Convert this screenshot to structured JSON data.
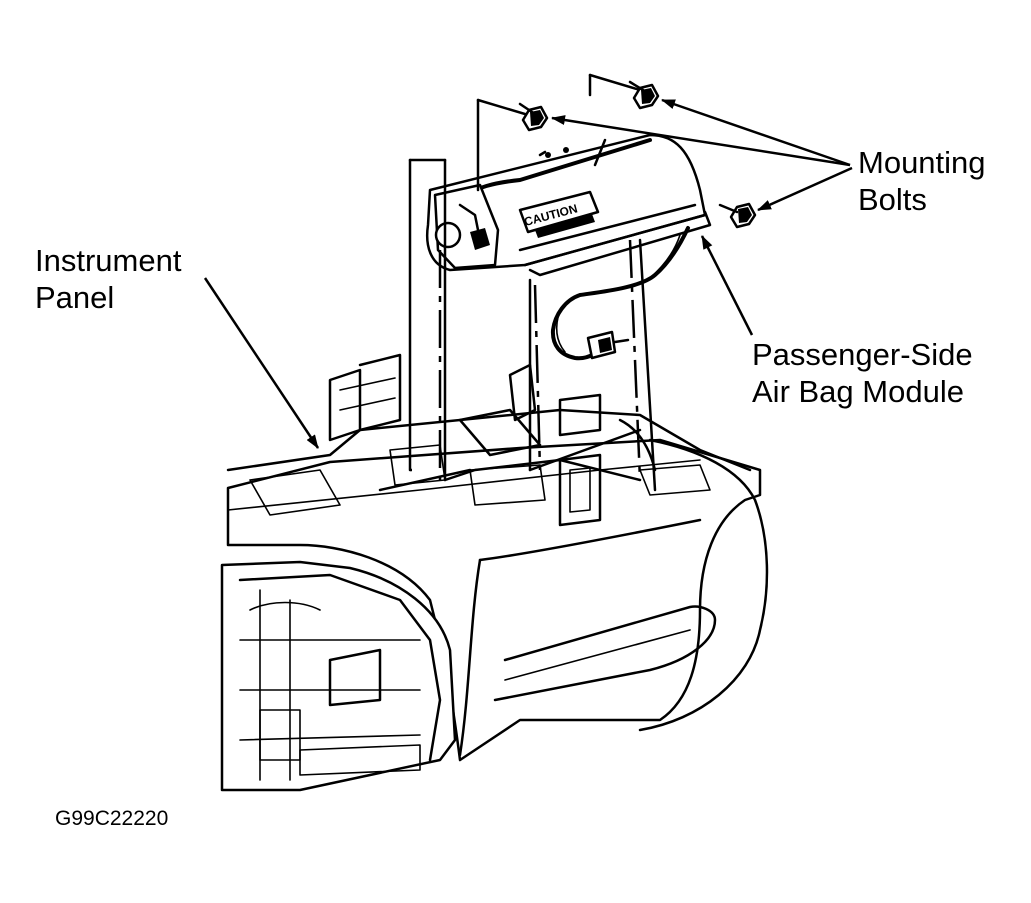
{
  "labels": {
    "instrument_panel": [
      "Instrument",
      "Panel"
    ],
    "mounting_bolts": [
      "Mounting",
      "Bolts"
    ],
    "air_bag_module": [
      "Passenger-Side",
      "Air Bag Module"
    ]
  },
  "module_warning_text": "CAUTION",
  "figure_code": "G99C22220",
  "colors": {
    "ink": "#000000",
    "paper": "#ffffff"
  }
}
